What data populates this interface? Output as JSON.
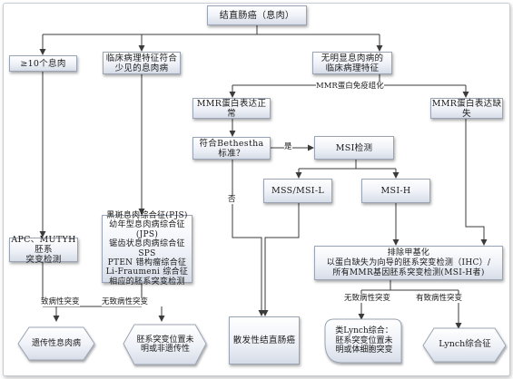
{
  "nodes": {
    "root": "结直肠癌（息肉）",
    "ge10_polyps": "≥10个息肉",
    "clinical_syndrome": "临床病理特征符合\n少见的息肉病",
    "no_polyposis": "无明显息肉病的\n临床病理特征",
    "apc_mutyh": "APC、MUTYH胚系\n突变检测",
    "syndrome_list": "黑斑息肉综合征(PJS)\n幼年型息肉病综合征\n(JPS)\n锯齿状息肉病综合征SPS\nPTEN 错构瘤综合征\nLi-Fraumeni 综合征\n相应的胚系突变检测",
    "mmr_normal": "MMR蛋白表达正常",
    "mmr_loss": "MMR蛋白表达缺失",
    "bethesda": "符合Bethestha\n标准？",
    "msi_test": "MSI检测",
    "mss_msil": "MSS/MSI-L",
    "msih": "MSI-H",
    "exclude_methylation": "排除甲基化\n以蛋白缺失为向导的胚系突变检测（IHC）/\n所有MMR基因胚系突变检测(MSI-H者)",
    "hereditary_polyposis": "遗传性息肉病",
    "germline_unclear_left": "胚系突变位置未\n明或非遗传性",
    "sporadic_crc": "散发性结直肠癌",
    "lynch_like": "类Lynch综合：\n胚系突变位置未\n明或体细胞突变",
    "lynch": "Lynch综合征"
  },
  "edge_labels": {
    "mmr_ihc": "MMR蛋白免疫组化",
    "yes": "是",
    "no": "否",
    "pathogenic_left": "致病性突变",
    "non_pathogenic_left": "无致病性突变",
    "non_pathogenic_right": "无致病性突变",
    "pathogenic_right": "有致病性突变"
  }
}
